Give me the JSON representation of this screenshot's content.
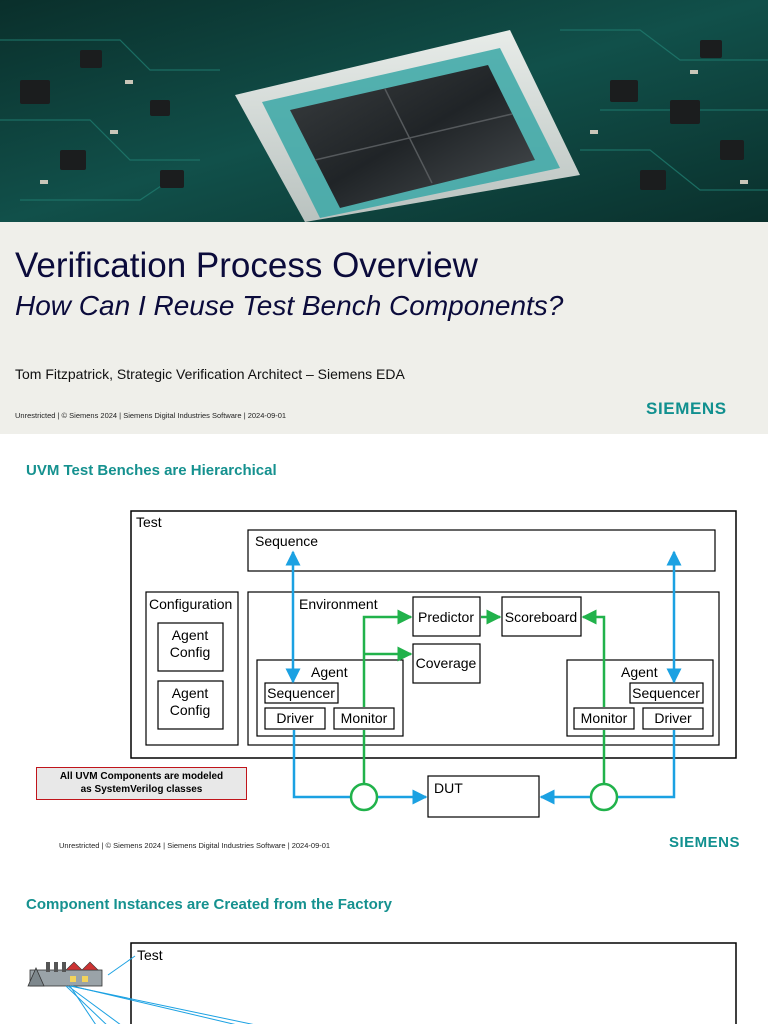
{
  "slide1": {
    "title": "Verification Process Overview",
    "subtitle": "How Can I Reuse Test Bench Components?",
    "author": "Tom Fitzpatrick, Strategic Verification Architect – Siemens EDA",
    "footer": "Unrestricted | © Siemens 2024 | Siemens Digital Industries Software | 2024-09-01",
    "logo": "SIEMENS"
  },
  "slide2": {
    "heading": "UVM Test Benches are Hierarchical",
    "labels": {
      "test": "Test",
      "sequence": "Sequence",
      "configuration": "Configuration",
      "agent_config": "Agent",
      "agent_config_2": "Config",
      "environment": "Environment",
      "predictor": "Predictor",
      "scoreboard": "Scoreboard",
      "coverage": "Coverage",
      "agent": "Agent",
      "sequencer": "Sequencer",
      "driver": "Driver",
      "monitor": "Monitor",
      "dut": "DUT"
    },
    "note_line1": "All UVM Components are modeled",
    "note_line2": "as SystemVerilog classes",
    "footer": "Unrestricted | © Siemens 2024 | Siemens Digital Industries Software | 2024-09-01",
    "logo": "SIEMENS",
    "colors": {
      "blue": "#1ba1e2",
      "green": "#21b24b",
      "accent": "#15918f",
      "note_border": "#c0151b"
    }
  },
  "slide3": {
    "heading": "Component Instances are Created from the Factory",
    "test_label": "Test"
  }
}
